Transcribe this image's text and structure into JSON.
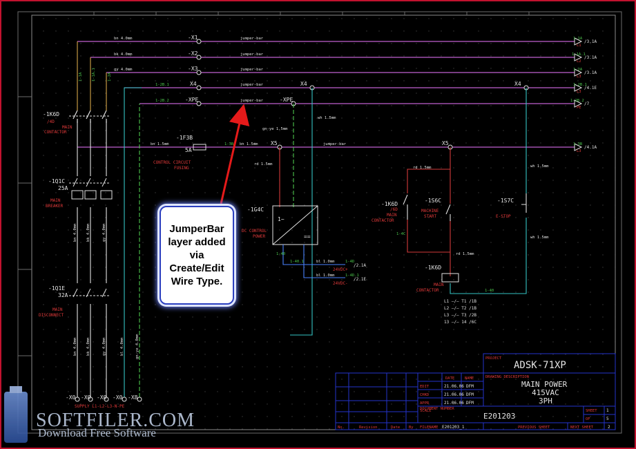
{
  "terminals": {
    "x1": "-X1",
    "x2": "-X2",
    "x3": "-X3",
    "x4a": "X4",
    "xpe_a": "-XPE",
    "x4b": "X4",
    "xpe_b": "-XPE",
    "x4c": "X4",
    "x5a": "X5",
    "x5b": "X5",
    "x0_1": "-X0",
    "x0_2": "-X0",
    "x0_3": "-X0",
    "x0_4": "-X0",
    "x8": "-X8"
  },
  "wire_labels": {
    "bn1": "bn 4.0mm",
    "bk1": "bk 4.0mm",
    "gy1": "gy 4.0mm",
    "jb1": "jumper-bar",
    "jb2": "jumper-bar",
    "jb3": "jumper-bar",
    "jb4": "jumper-bar",
    "jb5": "jumper-bar",
    "jb6": "jumper-bar",
    "bn15a": "bn 1.5mm",
    "bn15b": "bn 1.5mm",
    "rd15a": "rd 1.5mm",
    "rd15b": "rd 1.5mm",
    "rd15c": "rd 1.5mm",
    "gnye": "gn-ye 1.5mm",
    "wh15a": "wh 1.5mm",
    "wh15b": "wh 1.5mm",
    "wh15c": "wh 1.5mm",
    "bl1": "bl 1.0mm",
    "bl2": "bl 1.0mm",
    "v_bn": "bn 4.0mm",
    "v_bk": "bk 4.0mm",
    "v_gy": "gy 4.0mm",
    "v_bn2": "bn 4.0mm",
    "v_bk2": "bk 4.0mm",
    "v_gy2": "gy 4.0mm",
    "v_bl": "bl 4.0mm",
    "v_gnye": "gn-ye 4.0mm"
  },
  "wire_numbers": {
    "w1a": "1-1A",
    "w1a1": "1-1A.1",
    "w2a": "1-2A",
    "w2b": "1-2B.1",
    "w2b2": "1-2B.2",
    "w3b": "1-3B",
    "w4c": "1-4C",
    "w4d": "1-4D",
    "w4d1": "1-4D.1",
    "w40": "1-40",
    "w401": "1-40.1",
    "wr1": "1-2B.1",
    "wr2": "1-2B.2",
    "wr3": "1-3B"
  },
  "refs": {
    "r1": "/3.1A",
    "r2": "/3.1A",
    "r3": "/3.1A",
    "r4": "/4.1E",
    "r5": "/7",
    "r6": "/4.1A",
    "r7": "/2.1A",
    "r8": "/2.1E"
  },
  "phase_labels": {
    "l1": "L1",
    "l2": "L2",
    "l3": "L3",
    "l4": "L3",
    "l5": "L3",
    "pe": "PE",
    "l3b": "L3"
  },
  "components": {
    "k6d_tag": "-1K6D",
    "k6d_ref": "/4D",
    "k6d_name1": "MAIN",
    "k6d_name2": "CONTACTOR",
    "q1c_tag": "-1Q1C",
    "q1c_rating": "25A",
    "q1c_name1": "MAIN",
    "q1c_name2": "BREAKER",
    "q1e_tag": "-1Q1E",
    "q1e_rating": "32A",
    "q1e_name1": "MAIN",
    "q1e_name2": "DISCONNECT",
    "f3b_tag": "-1F3B",
    "f3b_rating": "5A",
    "f3b_name1": "CONTROL CIRCUIT",
    "f3b_name2": "FUSING",
    "g4c_tag": "-1G4C",
    "g4c_name1": "DC CONTROL",
    "g4c_name2": "POWER",
    "k6d2_tag": "-1K6D",
    "k6d2_ref": "/6D",
    "k6d2_name1": "MAIN",
    "k6d2_name2": "CONTACTOR",
    "s6c_tag": "-1S6C",
    "s6c_name1": "MACHINE",
    "s6c_name2": "START",
    "s7c_tag": "-1S7C",
    "s7c_name1": "E-STOP",
    "k6d3_tag": "-1K6D",
    "k6d3_name1": "MAIN",
    "k6d3_name2": "CONTACTOR",
    "vdc1": "24VDC+",
    "vdc2": "24VDC-",
    "ac": "1~",
    "dc": "=="
  },
  "contacts": {
    "c1": "L1 —∕— T1 /1B",
    "c2": "L2 —∕— T2 /1B",
    "c3": "L3 —∕— T3 /2B",
    "c4": "13 —∕— 14 /6C"
  },
  "titleblock": {
    "project_label": "PROJECT",
    "project": "ADSK-71XP",
    "desc_label": "DRAWING DESCRIPTION",
    "desc1": "MAIN POWER",
    "desc2": "415VAC",
    "desc3": "3PH",
    "date_h": "DATE",
    "name_h": "NAME",
    "edit": "EDIT",
    "chkd": "CHKD",
    "appr": "APPR",
    "edit_d": "21.06.06",
    "chkd_d": "21.06.06",
    "appr_d": "21.06.06",
    "edit_n": "DFM",
    "chkd_n": "DFM",
    "appr_n": "DFM",
    "scale": "SCALE",
    "docnum_label": "DOCUMENT NUMBER",
    "docnum": "E201203",
    "sheet_label": "SHEET",
    "of_label": "OF",
    "sheet": "1",
    "of": "5",
    "no": "No.",
    "revision": "Revision",
    "date": "Date",
    "by": "By",
    "filename_label": "FILENAME",
    "filename": "E201203_1",
    "prev_label": "PREVIOUS SHEET",
    "next_label": "NEXT SHEET",
    "next": "2",
    "supply": "SUPPLY L1-L2-L3-N-PE"
  },
  "callout": {
    "text": "JumperBar layer added via Create/Edit Wire Type."
  },
  "watermark": {
    "title": "SOFTFILER.COM",
    "sub": "Download Free Software"
  }
}
